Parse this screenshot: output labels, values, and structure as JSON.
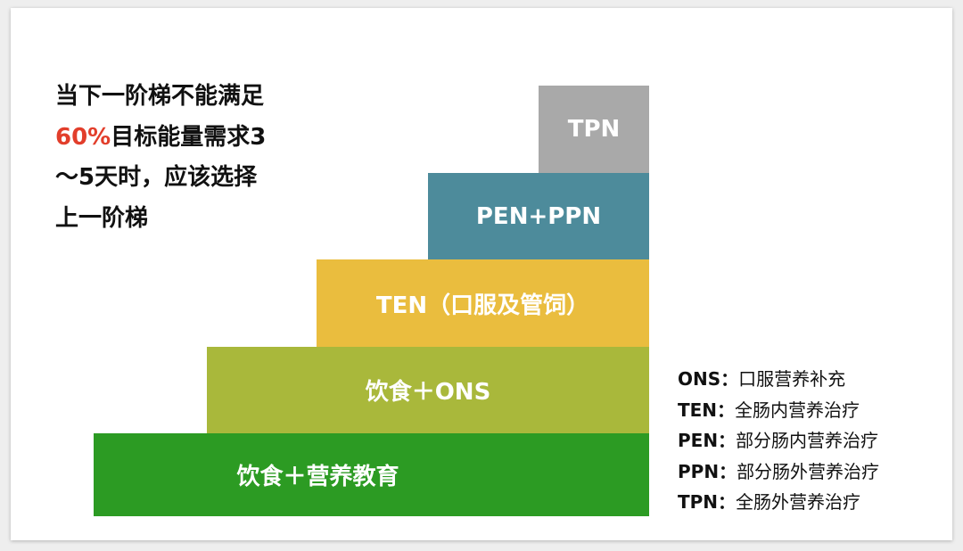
{
  "note": {
    "line1": "当下一阶梯不能满足",
    "line2_accent": "60%",
    "line2_rest": "目标能量需求3",
    "line3": "～5天时，应该选择",
    "line4": "上一阶梯"
  },
  "steps": [
    {
      "label": "TPN",
      "color": "#a9a9a9"
    },
    {
      "label": "PEN+PPN",
      "color": "#4d8b9b"
    },
    {
      "label": "TEN（口服及管饲）",
      "color": "#eabd3e"
    },
    {
      "label": "饮食＋ONS",
      "color": "#a9b83b"
    },
    {
      "label": "饮食＋营养教育",
      "color": "#2c9b23"
    }
  ],
  "legend": [
    {
      "abbr": "ONS：",
      "desc": "口服营养补充"
    },
    {
      "abbr": "TEN：",
      "desc": "全肠内营养治疗"
    },
    {
      "abbr": "PEN：",
      "desc": "部分肠内营养治疗"
    },
    {
      "abbr": "PPN：",
      "desc": "部分肠外营养治疗"
    },
    {
      "abbr": "TPN：",
      "desc": "全肠外营养治疗"
    }
  ],
  "colors": {
    "accent": "#e23e2b"
  }
}
